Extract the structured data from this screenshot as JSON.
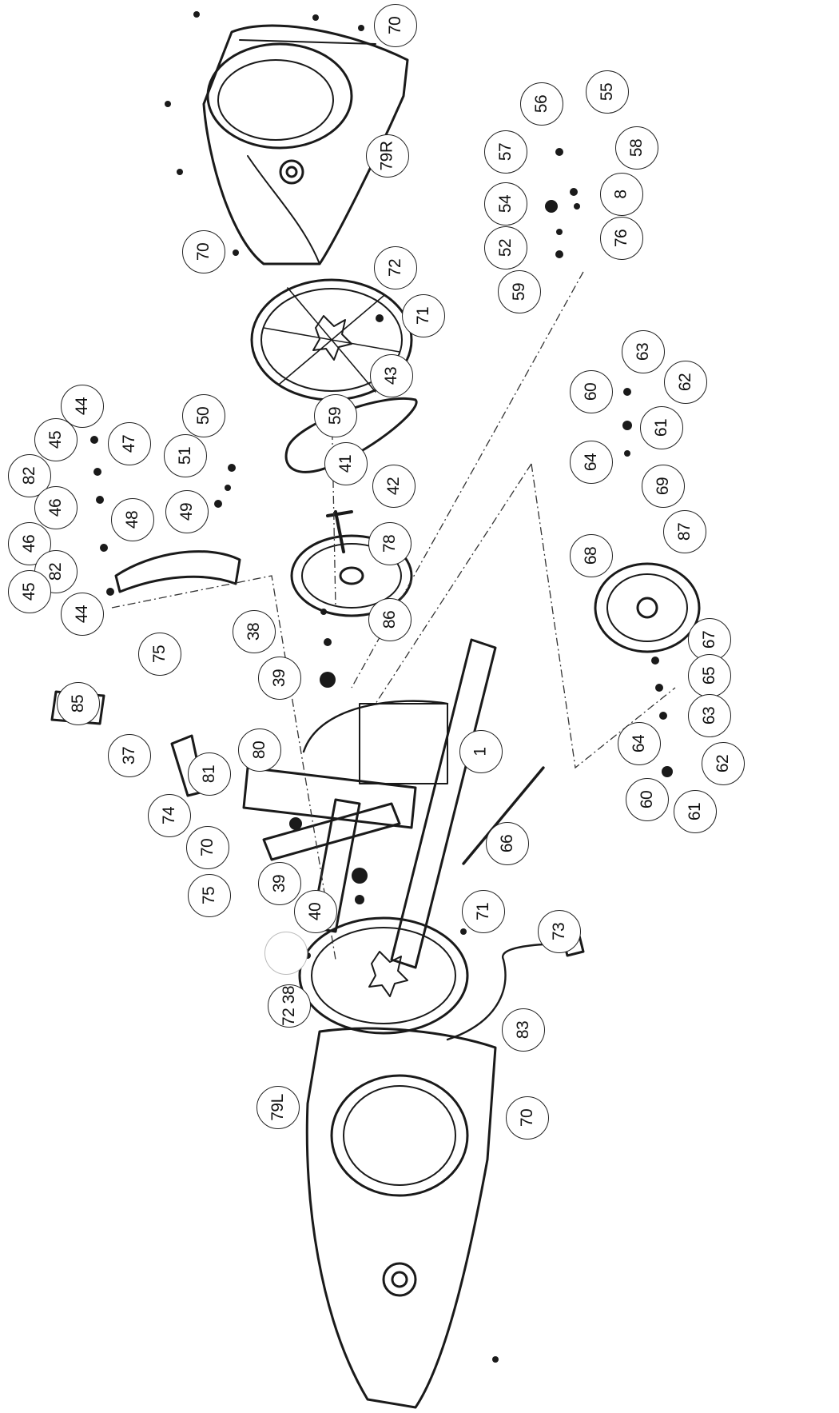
{
  "diagram": {
    "kind": "exploded-parts-view",
    "line_color": "#1a1a1a",
    "callouts": [
      {
        "id": "c01",
        "label": "70"
      },
      {
        "id": "c02",
        "label": "55"
      },
      {
        "id": "c03",
        "label": "56"
      },
      {
        "id": "c04",
        "label": "58"
      },
      {
        "id": "c05",
        "label": "57"
      },
      {
        "id": "c06",
        "label": "79R"
      },
      {
        "id": "c07",
        "label": "8"
      },
      {
        "id": "c08",
        "label": "54"
      },
      {
        "id": "c09",
        "label": "76"
      },
      {
        "id": "c10",
        "label": "52"
      },
      {
        "id": "c11",
        "label": "70"
      },
      {
        "id": "c12",
        "label": "72"
      },
      {
        "id": "c13",
        "label": "59"
      },
      {
        "id": "c14",
        "label": "71"
      },
      {
        "id": "c15",
        "label": "63"
      },
      {
        "id": "c16",
        "label": "43"
      },
      {
        "id": "c17",
        "label": "60"
      },
      {
        "id": "c18",
        "label": "62"
      },
      {
        "id": "c19",
        "label": "44"
      },
      {
        "id": "c20",
        "label": "50"
      },
      {
        "id": "c21",
        "label": "59"
      },
      {
        "id": "c22",
        "label": "61"
      },
      {
        "id": "c23",
        "label": "45"
      },
      {
        "id": "c24",
        "label": "47"
      },
      {
        "id": "c25",
        "label": "51"
      },
      {
        "id": "c26",
        "label": "41"
      },
      {
        "id": "c27",
        "label": "64"
      },
      {
        "id": "c28",
        "label": "82"
      },
      {
        "id": "c29",
        "label": "42"
      },
      {
        "id": "c30",
        "label": "69"
      },
      {
        "id": "c31",
        "label": "46"
      },
      {
        "id": "c32",
        "label": "48"
      },
      {
        "id": "c33",
        "label": "49"
      },
      {
        "id": "c34",
        "label": "68"
      },
      {
        "id": "c35",
        "label": "46"
      },
      {
        "id": "c36",
        "label": "87"
      },
      {
        "id": "c37",
        "label": "78"
      },
      {
        "id": "c38",
        "label": "82"
      },
      {
        "id": "c39",
        "label": "45"
      },
      {
        "id": "c40",
        "label": "44"
      },
      {
        "id": "c41",
        "label": "86"
      },
      {
        "id": "c42",
        "label": "38"
      },
      {
        "id": "c43",
        "label": "67"
      },
      {
        "id": "c44",
        "label": "75"
      },
      {
        "id": "c45",
        "label": "39"
      },
      {
        "id": "c46",
        "label": "65"
      },
      {
        "id": "c47",
        "label": "85"
      },
      {
        "id": "c48",
        "label": "63"
      },
      {
        "id": "c49",
        "label": "64"
      },
      {
        "id": "c50",
        "label": "1"
      },
      {
        "id": "c51",
        "label": "37"
      },
      {
        "id": "c52",
        "label": "80"
      },
      {
        "id": "c53",
        "label": "62"
      },
      {
        "id": "c54",
        "label": "81"
      },
      {
        "id": "c55",
        "label": "60"
      },
      {
        "id": "c56",
        "label": "61"
      },
      {
        "id": "c57",
        "label": "74"
      },
      {
        "id": "c58",
        "label": "66"
      },
      {
        "id": "c59",
        "label": "70"
      },
      {
        "id": "c60",
        "label": "75"
      },
      {
        "id": "c61",
        "label": "39"
      },
      {
        "id": "c62",
        "label": "40"
      },
      {
        "id": "c63",
        "label": "71"
      },
      {
        "id": "c64",
        "label": "73"
      },
      {
        "id": "c65",
        "label": ""
      },
      {
        "id": "c66",
        "label": "72 38"
      },
      {
        "id": "c67",
        "label": "83"
      },
      {
        "id": "c68",
        "label": "79L"
      },
      {
        "id": "c69",
        "label": "70"
      }
    ]
  }
}
